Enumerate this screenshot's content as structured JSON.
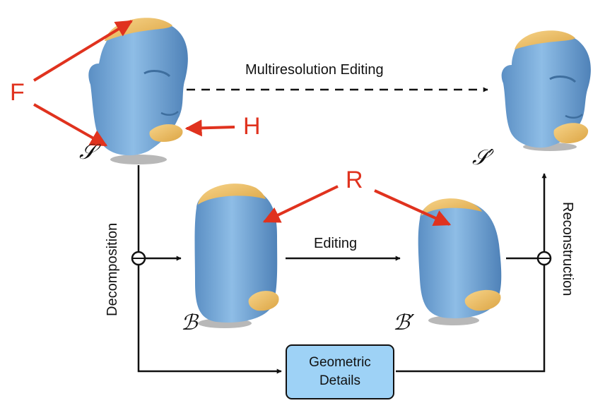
{
  "labels": {
    "multiresolution_editing": "Multiresolution Editing",
    "editing": "Editing",
    "decomposition": "Decomposition",
    "reconstruction": "Reconstruction"
  },
  "region_markers": {
    "F": "F",
    "H": "H",
    "R": "R"
  },
  "surfaces": {
    "S": "𝒮",
    "S_prime": "𝒮′",
    "B": "ℬ",
    "B_prime": "ℬ′"
  },
  "details_box": {
    "line1": "Geometric",
    "line2": "Details"
  },
  "colors": {
    "mesh_blue": "#6ea4d4",
    "fixed_region_yellow": "#f2c46a",
    "annotation_red": "#e0321e",
    "box_fill": "#9ed2f6",
    "line_black": "#111111"
  }
}
